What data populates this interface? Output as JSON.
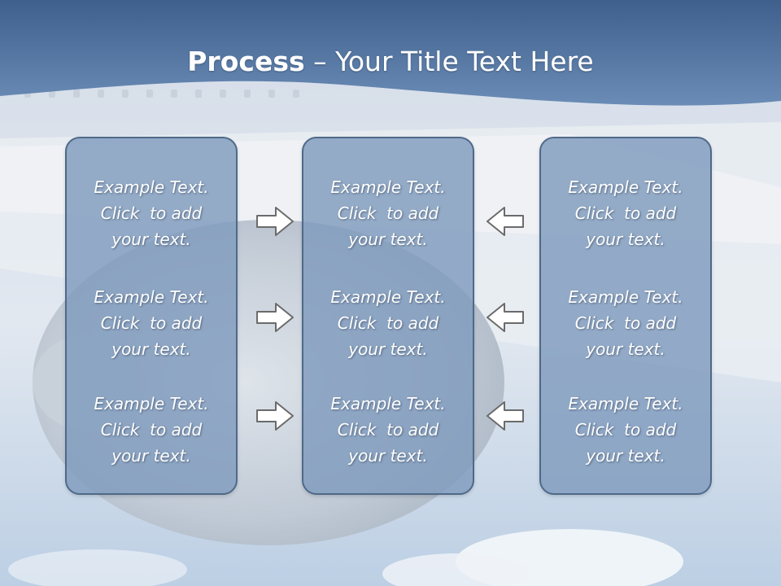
{
  "slide": {
    "title_bold": "Process",
    "title_rest": " – Your Title Text Here",
    "colors": {
      "header_band": "#4f72a0",
      "box_fill": "#7f9bbd",
      "box_border": "#4f6989",
      "text": "#ffffff",
      "arrow_fill": "#ffffff",
      "arrow_stroke": "#6b6b6b"
    }
  },
  "columns": [
    {
      "items": [
        "Example Text.\nClick  to add\nyour text.",
        "Example Text.\nClick  to add\nyour text.",
        "Example Text.\nClick  to add\nyour text."
      ]
    },
    {
      "items": [
        "Example Text.\nClick  to add\nyour text.",
        "Example Text.\nClick  to add\nyour text.",
        "Example Text.\nClick  to add\nyour text."
      ]
    },
    {
      "items": [
        "Example Text.\nClick  to add\nyour text.",
        "Example Text.\nClick  to add\nyour text.",
        "Example Text.\nClick  to add\nyour text."
      ]
    }
  ],
  "arrows": {
    "left_group": [
      "right-arrow-icon",
      "right-arrow-icon",
      "right-arrow-icon"
    ],
    "right_group": [
      "left-arrow-icon",
      "left-arrow-icon",
      "left-arrow-icon"
    ]
  }
}
